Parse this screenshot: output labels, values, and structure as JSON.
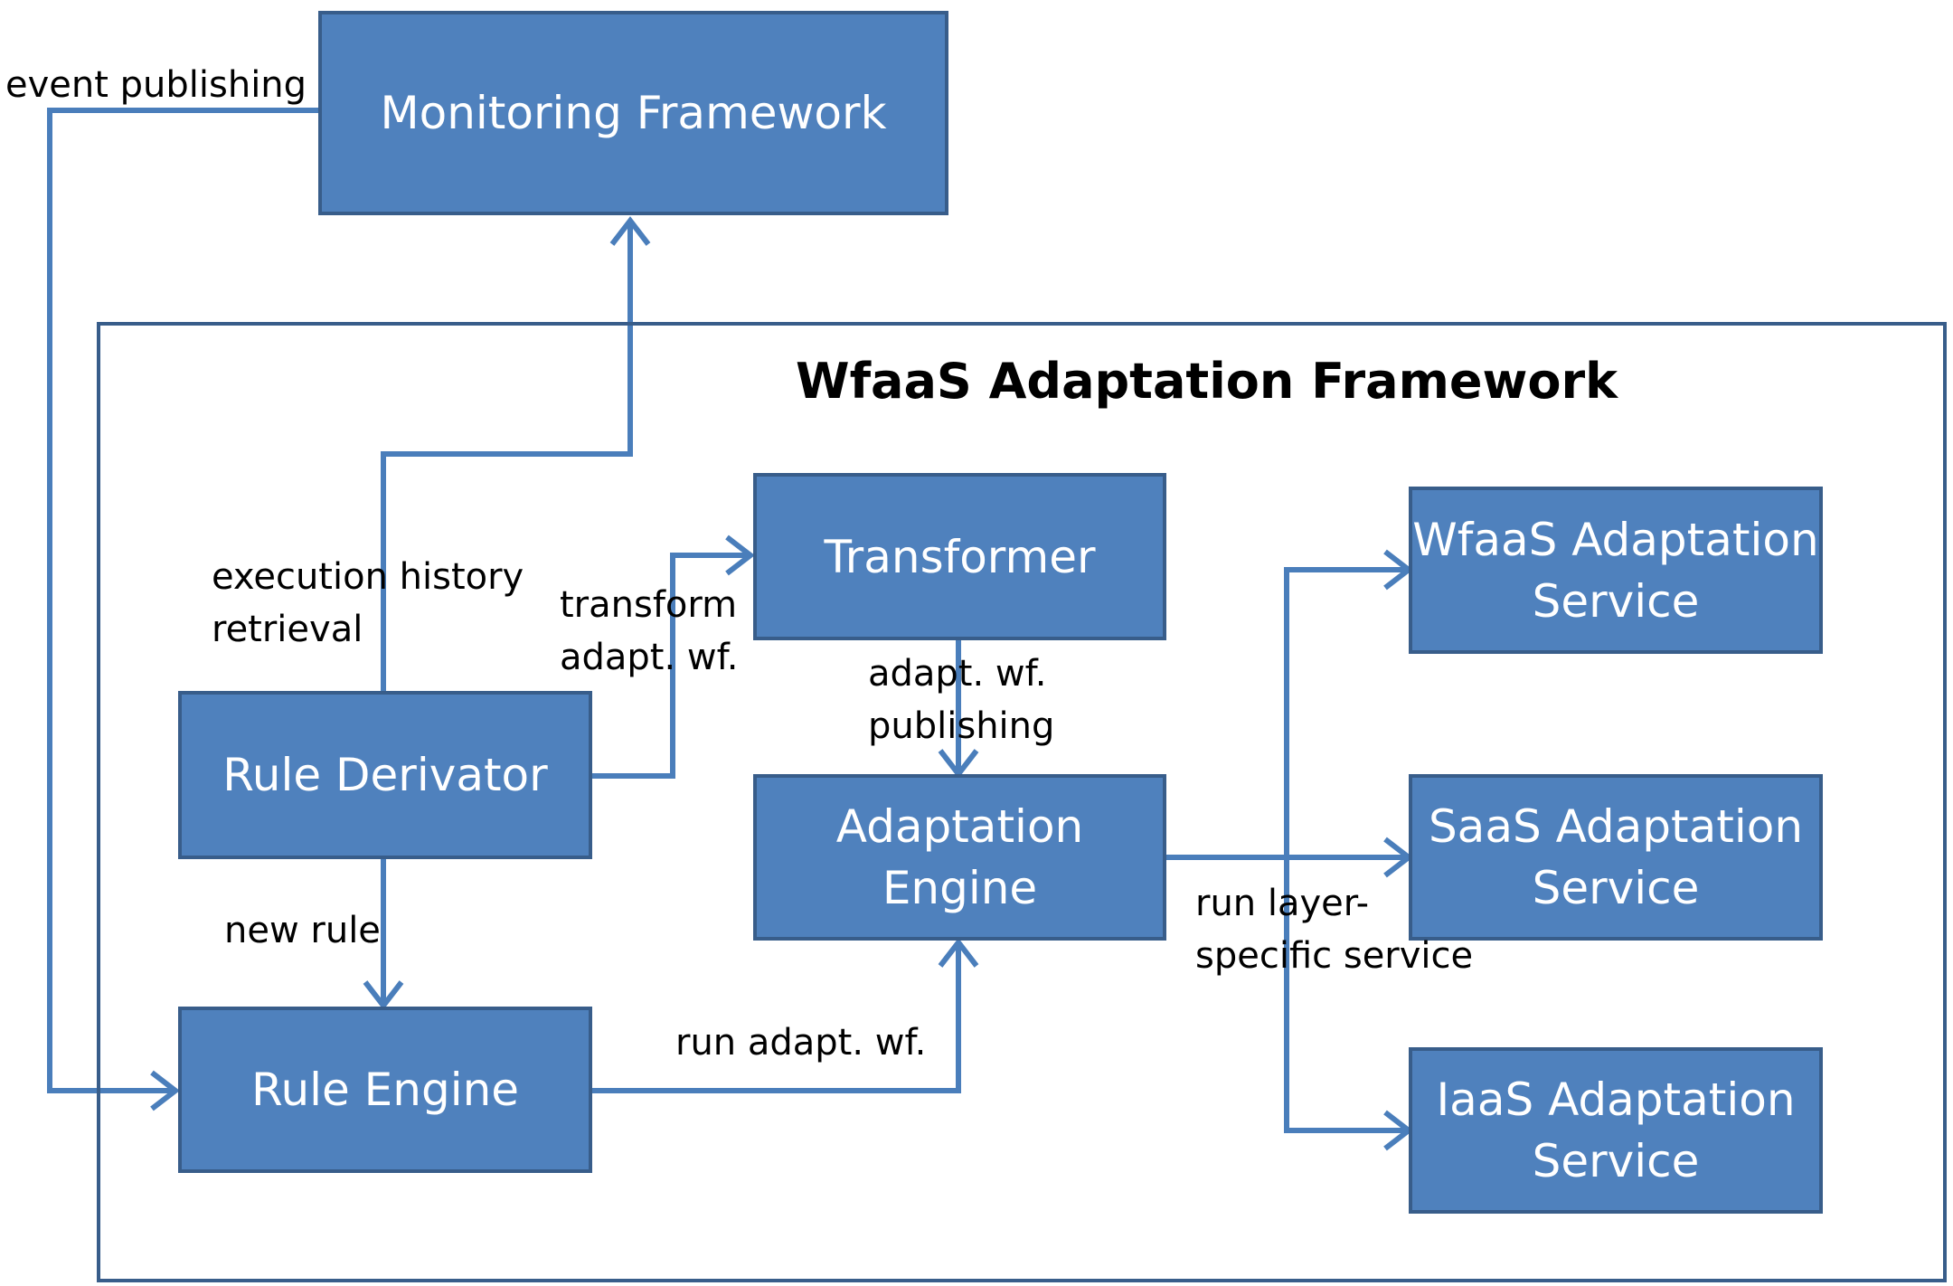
{
  "colors": {
    "box_fill": "#4f81bd",
    "box_border": "#385d8a",
    "connector": "#4a7ebb",
    "box_text": "#ffffff",
    "label_text": "#000000"
  },
  "frame": {
    "title": "WfaaS Adaptation Framework"
  },
  "boxes": {
    "monitoring": "Monitoring Framework",
    "transformer": "Transformer",
    "rule_derivator": "Rule Derivator",
    "adaptation_engine": "Adaptation\nEngine",
    "rule_engine": "Rule Engine",
    "wfaas_service": "WfaaS Adaptation\nService",
    "saas_service": "SaaS Adaptation\nService",
    "iaas_service": "IaaS Adaptation\nService"
  },
  "edge_labels": {
    "event_publishing": "event publishing",
    "execution_history": "execution history\nretrieval",
    "transform": "transform\nadapt. wf.",
    "adapt_publishing": "adapt. wf.\npublishing",
    "new_rule": "new rule",
    "run_adapt": "run adapt. wf.",
    "run_layer": "run layer-\nspecific service"
  }
}
